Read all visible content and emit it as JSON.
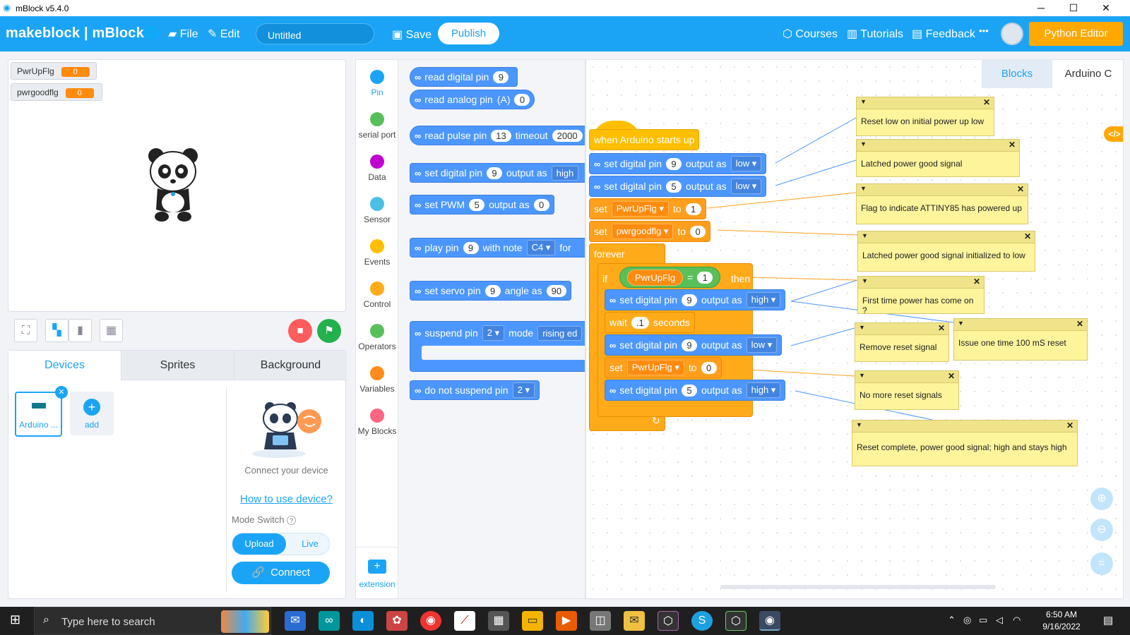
{
  "window": {
    "title": "mBlock v5.4.0",
    "min": "─",
    "max": "☐",
    "close": "✕"
  },
  "menu": {
    "brand": "makeblock | mBlock",
    "file": "File",
    "edit": "Edit",
    "project_name": "Untitled",
    "save": "Save",
    "publish": "Publish",
    "courses": "Courses",
    "tutorials": "Tutorials",
    "feedback": "Feedback",
    "more": "•••",
    "python_editor": "Python Editor"
  },
  "stage": {
    "variables": [
      {
        "name": "PwrUpFlg",
        "value": "0"
      },
      {
        "name": "pwrgoodflg",
        "value": "0"
      }
    ]
  },
  "devices": {
    "tabs": [
      "Devices",
      "Sprites",
      "Background"
    ],
    "device_name": "Arduino ...",
    "add_label": "add",
    "connect_text": "Connect your device",
    "how_to": "How to use device?",
    "mode_switch": "Mode Switch",
    "mode_upload": "Upload",
    "mode_live": "Live",
    "connect_button": "Connect"
  },
  "categories": [
    {
      "label": "Pin",
      "color": "#1ba4f6"
    },
    {
      "label": "serial port",
      "color": "#59c059"
    },
    {
      "label": "Data",
      "color": "#c000d0"
    },
    {
      "label": "Sensor",
      "color": "#4cbfe6"
    },
    {
      "label": "Events",
      "color": "#ffbf00"
    },
    {
      "label": "Control",
      "color": "#ffab19"
    },
    {
      "label": "Operators",
      "color": "#59c059"
    },
    {
      "label": "Variables",
      "color": "#ff8c1a"
    },
    {
      "label": "My Blocks",
      "color": "#ff6680"
    }
  ],
  "extension_label": "extension",
  "palette": {
    "read_digital": {
      "label": "read digital pin",
      "pin": "9"
    },
    "read_analog": {
      "label": "read analog pin",
      "pin_label": "(A)",
      "pin": "0"
    },
    "read_pulse": {
      "label": "read pulse pin",
      "pin": "13",
      "timeout_label": "timeout",
      "timeout": "2000"
    },
    "set_digital": {
      "label": "set digital pin",
      "pin": "9",
      "output": "output as",
      "value": "high"
    },
    "set_pwm": {
      "label": "set PWM",
      "pin": "5",
      "output": "output as",
      "value": "0"
    },
    "play_pin": {
      "label": "play pin",
      "pin": "9",
      "note_label": "with note",
      "note": "C4 ▾",
      "for": "for"
    },
    "set_servo": {
      "label": "set servo pin",
      "pin": "9",
      "angle_label": "angle as",
      "angle": "90"
    },
    "suspend": {
      "label": "suspend pin",
      "pin": "2 ▾",
      "mode_label": "mode",
      "mode": "rising ed"
    },
    "no_suspend": {
      "label": "do not suspend pin",
      "pin": "2 ▾"
    }
  },
  "editor_tabs": {
    "blocks": "Blocks",
    "arduino": "Arduino C"
  },
  "script": {
    "hat": "when Arduino starts up",
    "b1": {
      "label": "set digital pin",
      "pin": "9",
      "output": "output as",
      "value": "low ▾"
    },
    "b2": {
      "label": "set digital pin",
      "pin": "5",
      "output": "output as",
      "value": "low ▾"
    },
    "b3": {
      "set": "set",
      "var": "PwrUpFlg ▾",
      "to": "to",
      "value": "1"
    },
    "b4": {
      "set": "set",
      "var": "pwrgoodflg ▾",
      "to": "to",
      "value": "0"
    },
    "forever": "forever",
    "if_label": "if",
    "cond_var": "PwrUpFlg",
    "cond_op": "=",
    "cond_val": "1",
    "then": "then",
    "i1": {
      "label": "set digital pin",
      "pin": "9",
      "output": "output as",
      "value": "high ▾"
    },
    "wait": {
      "label": "wait",
      "value": ".1",
      "unit": "seconds"
    },
    "i2": {
      "label": "set digital pin",
      "pin": "9",
      "output": "output as",
      "value": "low ▾"
    },
    "i3": {
      "set": "set",
      "var": "PwrUpFlg ▾",
      "to": "to",
      "value": "0"
    },
    "i4": {
      "label": "set digital pin",
      "pin": "5",
      "output": "output as",
      "value": "high ▾"
    },
    "loop_arrow": "↻"
  },
  "comments": [
    "Reset low on initial  power up low",
    "Latched power good signal",
    "Flag to indicate ATTINY85 has powered up",
    "Latched power good signal initialized to low",
    "First time power has come on ?",
    "Remove reset signal",
    "Issue one time 100 mS reset",
    "No more reset signals",
    "Reset complete, power good signal; high and stays high"
  ],
  "taskbar": {
    "search": "Type here to search",
    "time": "6:50 AM",
    "date": "9/16/2022"
  }
}
